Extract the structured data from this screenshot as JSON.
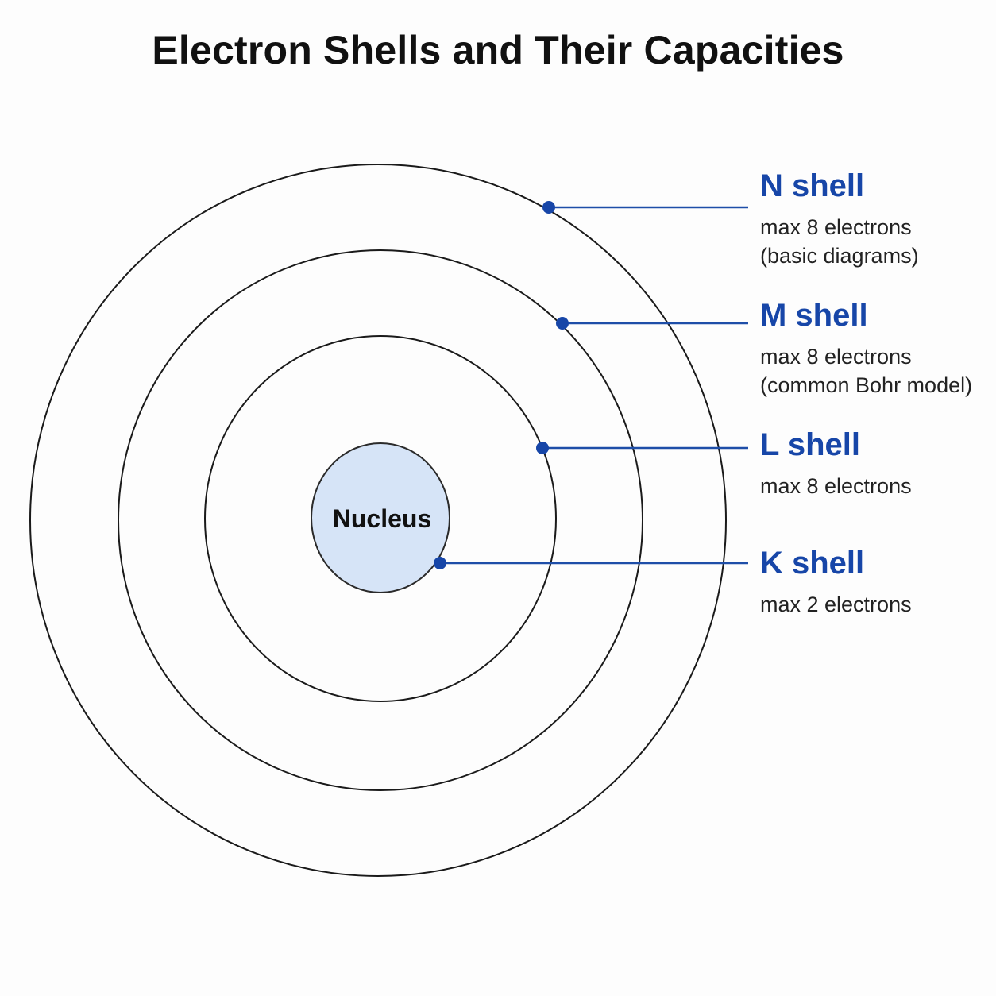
{
  "title": "Electron Shells and Their Capacities",
  "nucleus": {
    "label": "Nucleus",
    "fill_color": "#d6e4f7"
  },
  "accent_color": "#1746a8",
  "shells": [
    {
      "name": "N shell",
      "capacity": "max 8 electrons",
      "note": "(basic diagrams)"
    },
    {
      "name": "M shell",
      "capacity": "max 8 electrons",
      "note": "(common Bohr model)"
    },
    {
      "name": "L shell",
      "capacity": "max 8 electrons",
      "note": ""
    },
    {
      "name": "K shell",
      "capacity": "max 2 electrons",
      "note": ""
    }
  ]
}
